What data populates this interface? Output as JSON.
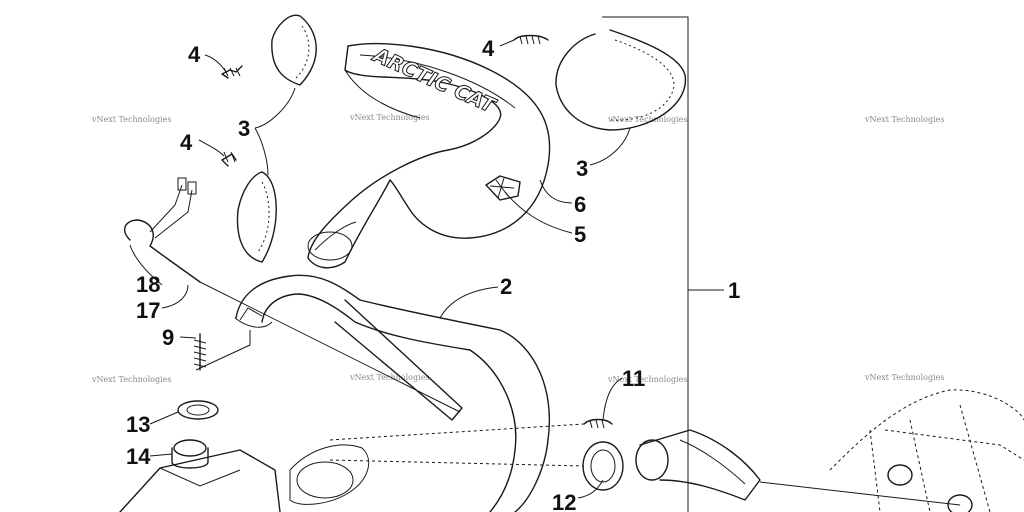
{
  "diagram": {
    "callouts": {
      "c1": "1",
      "c2": "2",
      "c3a": "3",
      "c3b": "3",
      "c4a": "4",
      "c4b": "4",
      "c4c": "4",
      "c5": "5",
      "c6": "6",
      "c9": "9",
      "c11": "11",
      "c12": "12",
      "c13": "13",
      "c14": "14",
      "c17": "17",
      "c18": "18"
    },
    "silencer_logo": "ARCTIC CAT",
    "watermark": "vNext Technologies"
  }
}
